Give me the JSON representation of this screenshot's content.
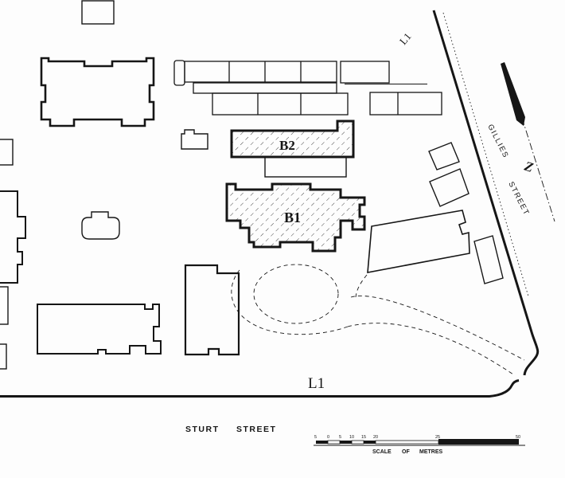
{
  "document": {
    "type": "scanned-site-plan"
  },
  "colors": {
    "ink": "#161616",
    "paper": "#fdfdfd"
  },
  "labels": {
    "building_b1": "B1",
    "building_b2": "B2",
    "lot_top": "L1",
    "lot_bottom": "L1",
    "north": "Z",
    "gillies_street": {
      "word1": "GILLIES",
      "word2": "STREET"
    },
    "sturt_street": {
      "word1": "STURT",
      "word2": "STREET"
    }
  },
  "scale_bar": {
    "caption": {
      "word1": "SCALE",
      "word2": "OF",
      "word3": "METRES"
    },
    "ticks": [
      "5",
      "0",
      "5",
      "10",
      "15",
      "20",
      "25",
      "50"
    ]
  }
}
